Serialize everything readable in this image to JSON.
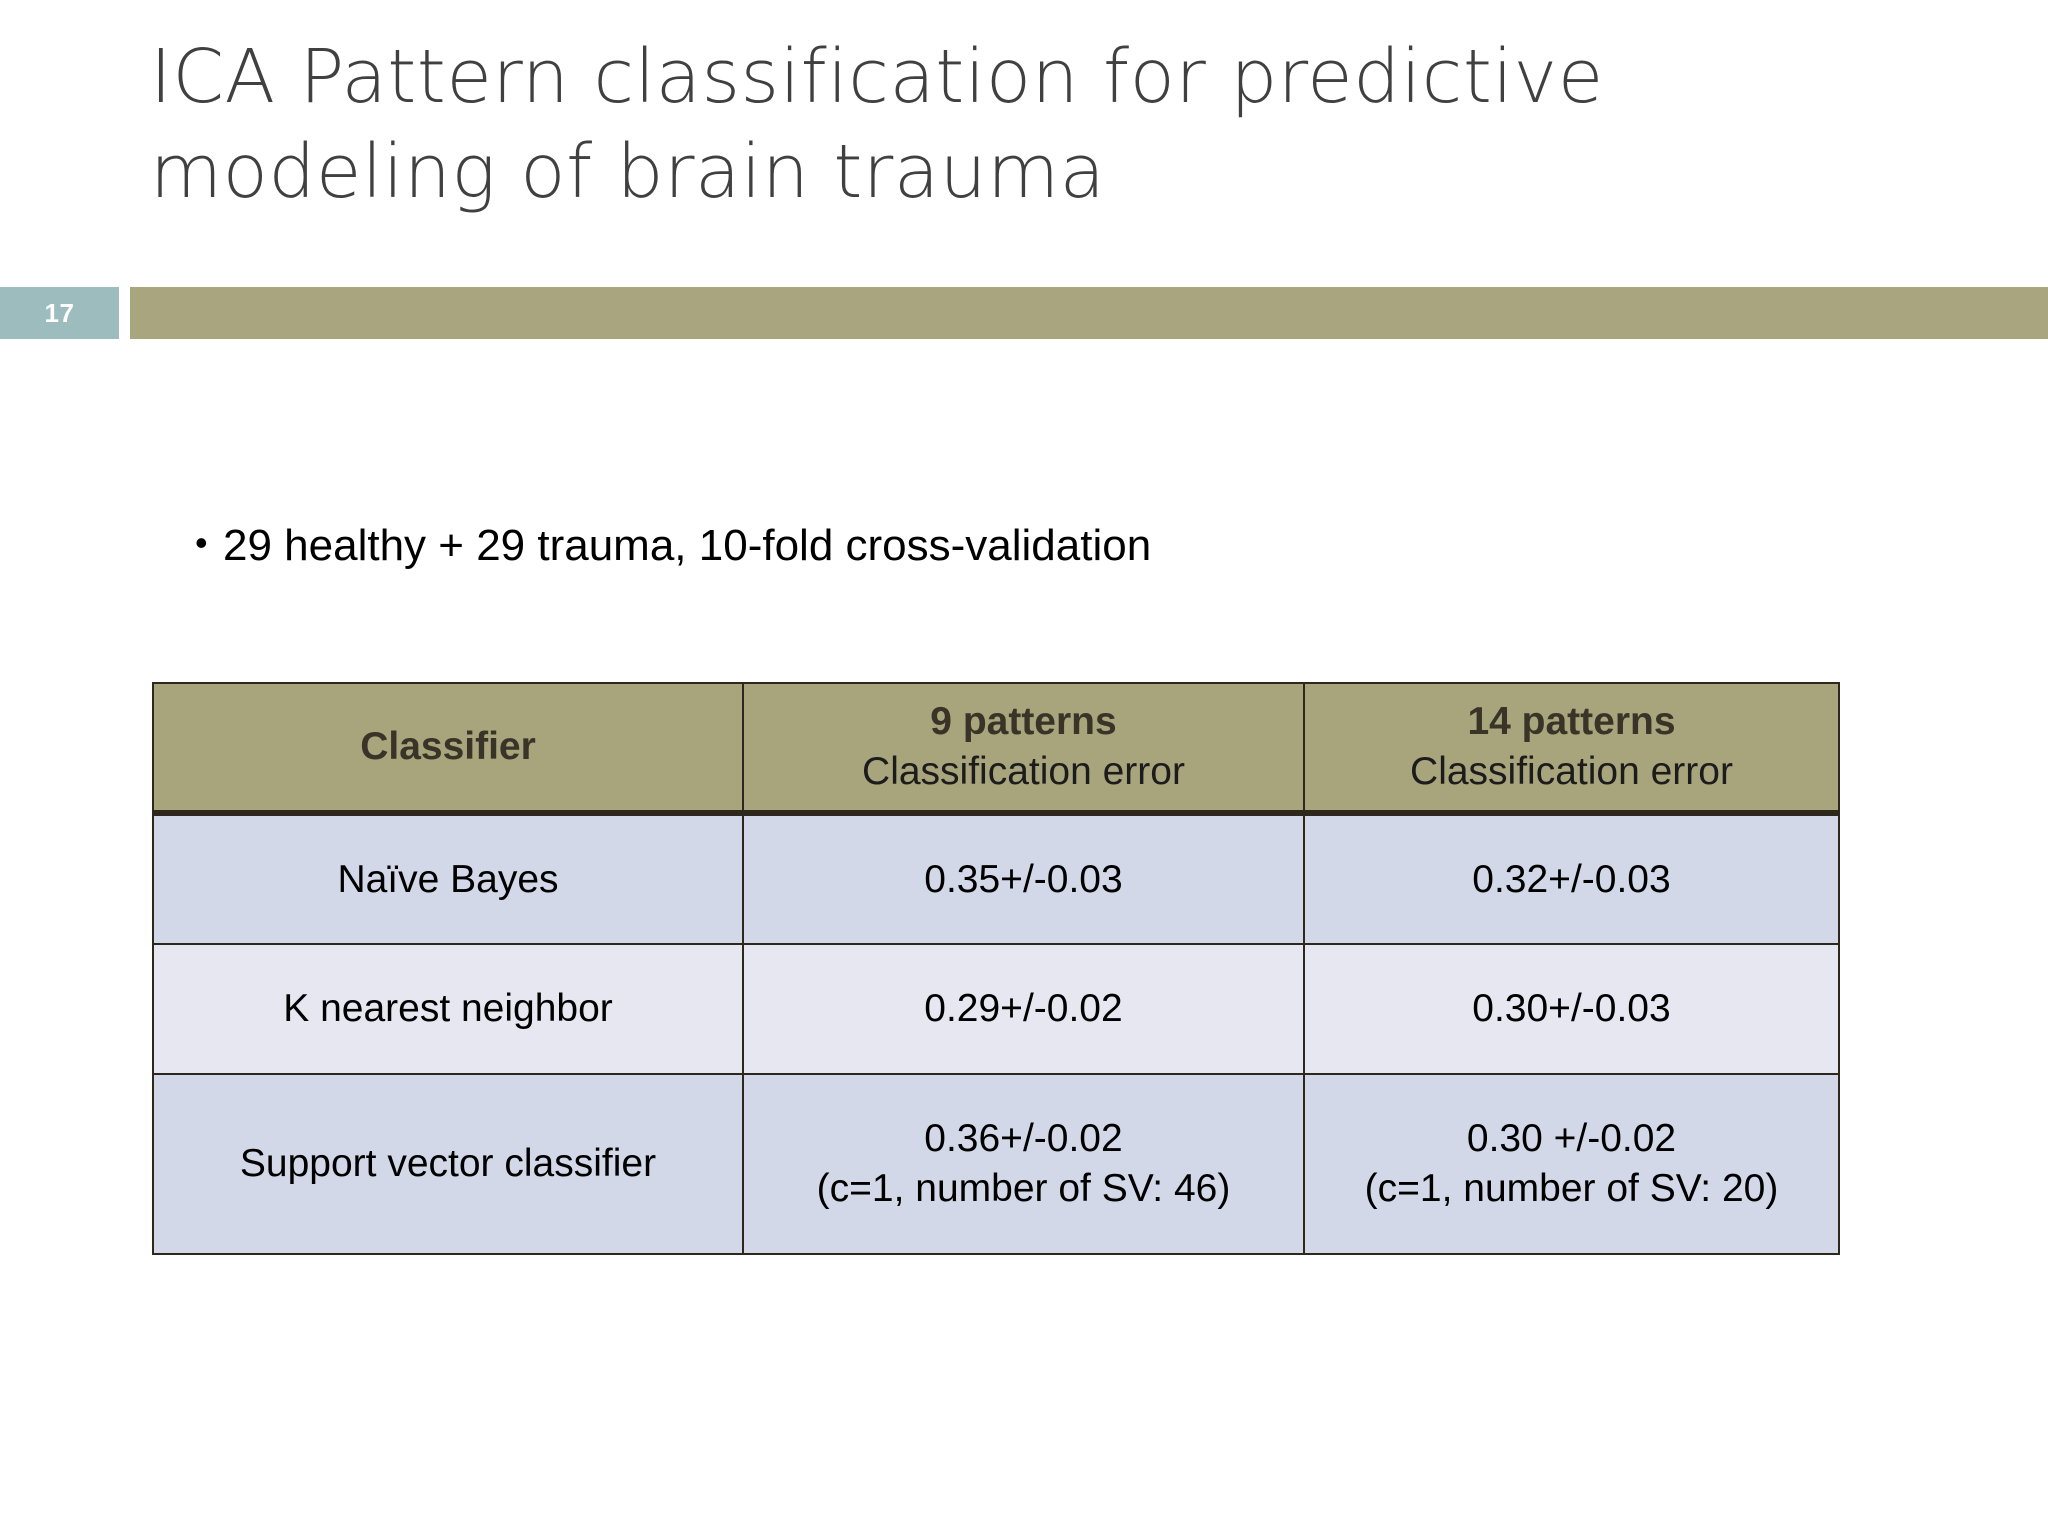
{
  "slide": {
    "number": "17",
    "title": "ICA Pattern classification for predictive\nmodeling of brain trauma",
    "accent_color": "#a9a57f",
    "badge_color": "#9cbcbd",
    "title_color": "#404040"
  },
  "bullets": [
    {
      "marker": "•",
      "text": "29 healthy + 29 trauma, 10-fold cross-validation"
    }
  ],
  "table": {
    "header_bg": "#a8a47c",
    "row_bg_a": "#d2d8e8",
    "row_bg_b": "#e6e7f1",
    "border_color": "#2e281c",
    "headers": [
      {
        "line1": "Classifier",
        "line2": ""
      },
      {
        "line1": "9 patterns",
        "line2": "Classification error"
      },
      {
        "line1": "14 patterns",
        "line2": "Classification error"
      }
    ],
    "rows": [
      {
        "classifier": "Naïve Bayes",
        "col9_main": "0.35+/-0.03",
        "col9_sub": "",
        "col14_main": "0.32+/-0.03",
        "col14_sub": ""
      },
      {
        "classifier": "K nearest neighbor",
        "col9_main": "0.29+/-0.02",
        "col9_sub": "",
        "col14_main": "0.30+/-0.03",
        "col14_sub": ""
      },
      {
        "classifier": "Support vector classifier",
        "col9_main": "0.36+/-0.02",
        "col9_sub": "(c=1, number of SV: 46)",
        "col14_main": "0.30 +/-0.02",
        "col14_sub": "(c=1, number of SV: 20)"
      }
    ]
  }
}
